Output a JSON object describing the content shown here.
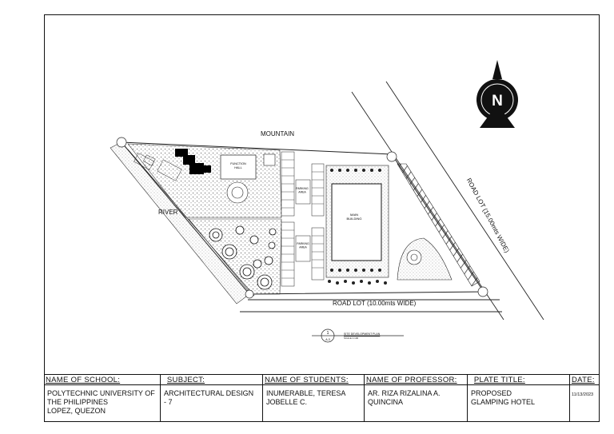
{
  "drawing": {
    "labels": {
      "mountain": "MOUNTAIN",
      "river": "RIVER",
      "road_bottom": "ROAD LOT (10.00mts WIDE)",
      "road_side": "ROAD LOT (15.00mts WIDE)",
      "main_building": "MAIN\nBUILDING",
      "function_hall": "FUNCTION\nHALL",
      "parking_area_1": "PARKING\nAREA",
      "parking_area_2": "PARKING\nAREA",
      "north": "N"
    },
    "plan_title": "SITE DEVELOPMENT PLAN",
    "plan_scale": "SCALE 1:100",
    "section_marker": "1",
    "section_sheet": "A-3"
  },
  "title_block": {
    "school_head": "NAME OF SCHOOL:",
    "school_line1": "POLYTECHNIC UNIVERSITY OF",
    "school_line2": "THE PHILIPPINES",
    "school_line3": "LOPEZ, QUEZON",
    "subject_head": "SUBJECT:",
    "subject_line1": "ARCHITECTURAL DESIGN",
    "subject_line2": "- 7",
    "students_head": "NAME OF STUDENTS:",
    "students_line1": "INUMERABLE, TERESA",
    "students_line2": "JOBELLE C.",
    "professor_head": "NAME OF PROFESSOR:",
    "professor_line1": "AR. RIZA RIZALINA A.",
    "professor_line2": "QUINCINA",
    "plate_head": "PLATE TITLE:",
    "plate_line1": "PROPOSED",
    "plate_line2": "GLAMPING HOTEL",
    "date_head": "DATE:",
    "date_value": "11/13/2023"
  }
}
